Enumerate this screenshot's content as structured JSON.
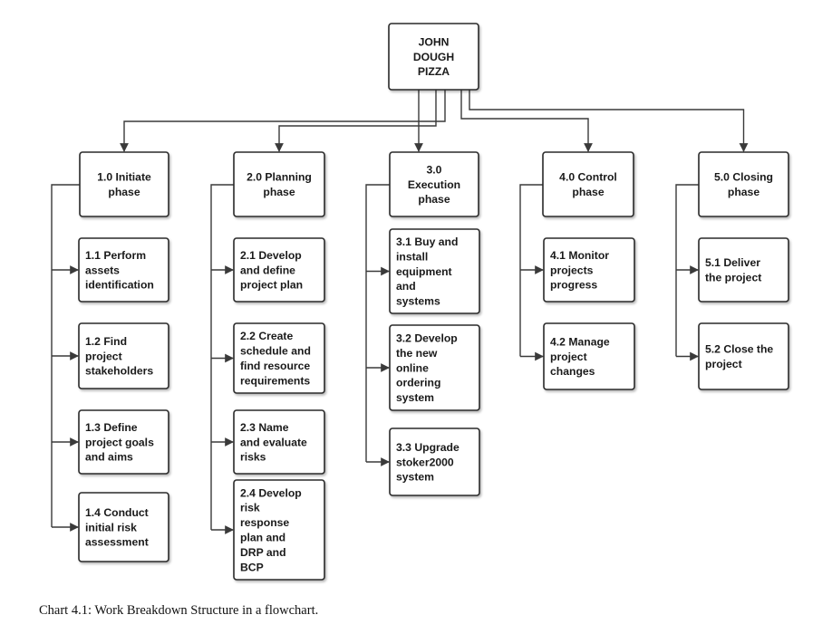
{
  "root": {
    "label": [
      "JOHN",
      "DOUGH",
      "PIZZA"
    ]
  },
  "phases": [
    {
      "label": [
        "1.0 Initiate",
        "phase"
      ],
      "tasks": [
        [
          "1.1 Perform",
          "assets",
          "identification"
        ],
        [
          "1.2 Find",
          "project",
          "stakeholders"
        ],
        [
          "1.3 Define",
          "project goals",
          "and aims"
        ],
        [
          "1.4 Conduct",
          "initial risk",
          "assessment"
        ]
      ]
    },
    {
      "label": [
        "2.0 Planning",
        "phase"
      ],
      "tasks": [
        [
          "2.1 Develop",
          "and define",
          "project plan"
        ],
        [
          "2.2 Create",
          "schedule and",
          "find resource",
          "requirements"
        ],
        [
          "2.3 Name",
          "and evaluate",
          "risks"
        ],
        [
          "2.4 Develop",
          "risk",
          "response",
          "plan and",
          "DRP and",
          "BCP"
        ]
      ]
    },
    {
      "label": [
        "3.0",
        "Execution",
        "phase"
      ],
      "tasks": [
        [
          "3.1 Buy and",
          "install",
          "equipment",
          "and",
          "systems"
        ],
        [
          "3.2 Develop",
          "the new",
          "online",
          "ordering",
          "system"
        ],
        [
          "3.3 Upgrade",
          "stoker2000",
          "system"
        ]
      ]
    },
    {
      "label": [
        "4.0 Control",
        "phase"
      ],
      "tasks": [
        [
          "4.1 Monitor",
          "projects",
          "progress"
        ],
        [
          "4.2 Manage",
          "project",
          "changes"
        ]
      ]
    },
    {
      "label": [
        "5.0 Closing",
        "phase"
      ],
      "tasks": [
        [
          "5.1 Deliver",
          "the project"
        ],
        [
          "5.2 Close the",
          "project"
        ]
      ]
    }
  ],
  "caption": "Chart 4.1: Work Breakdown Structure in a flowchart.",
  "colors": {
    "line": "#3a3a3a",
    "border": "#2a2a2a",
    "text": "#1a1a1a"
  }
}
